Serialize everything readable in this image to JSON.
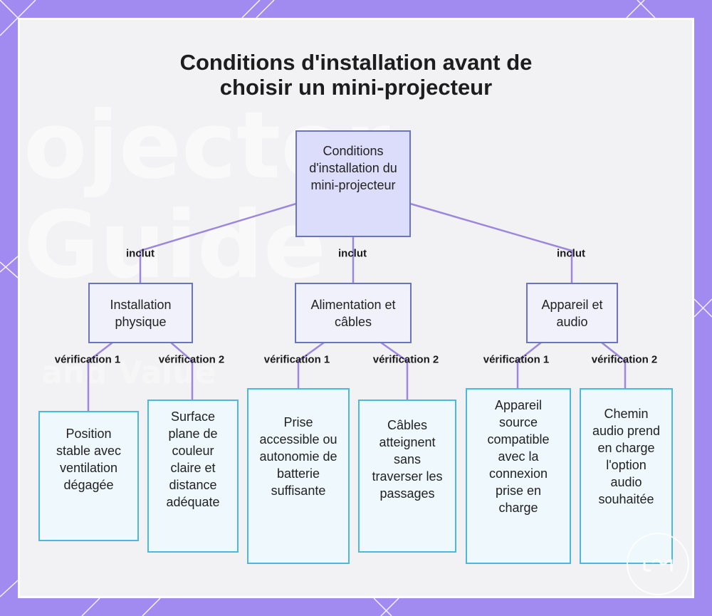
{
  "title_line1": "Conditions d'installation avant de",
  "title_line2": "choisir un mini-projecteur",
  "background_words": [
    "ojector",
    "Guide",
    "and Value"
  ],
  "colors": {
    "frame": "#a18af0",
    "panel": "#f2f2f4",
    "connector": "#9c87dd",
    "root_fill": "#dcdcfb",
    "root_border": "#6b73c4",
    "mid_fill": "#f1f1fc",
    "mid_border": "#6b73c4",
    "leaf_fill": "#eef8fd",
    "leaf_border": "#4db8dd"
  },
  "nodes": {
    "root": "Conditions d'installation du mini-projecteur",
    "installation": "Installation physique",
    "alimentation": "Alimentation et câbles",
    "appareil": "Appareil et audio",
    "position": "Position stable avec ventilation dégagée",
    "surface": "Surface plane de couleur claire et distance adéquate",
    "prise": "Prise accessible ou autonomie de batterie suffisante",
    "cables": "Câbles atteignent sans traverser les passages",
    "source": "Appareil source compatible avec la connexion prise en charge",
    "chemin": "Chemin audio prend en charge l'option audio souhaitée"
  },
  "edge_labels": {
    "inclut": "inclut",
    "verif1": "vérification 1",
    "verif2": "vérification 2"
  }
}
